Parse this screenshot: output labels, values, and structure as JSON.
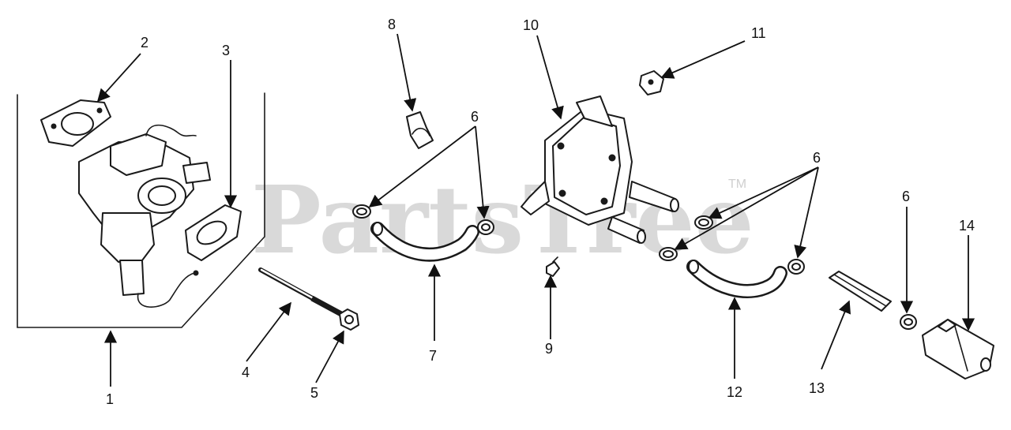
{
  "watermark": {
    "text": "PartsTree",
    "trademark": "TM"
  },
  "callouts": {
    "c1": "1",
    "c2": "2",
    "c3": "3",
    "c4": "4",
    "c5": "5",
    "c6a": "6",
    "c6b": "6",
    "c6c": "6",
    "c7": "7",
    "c8": "8",
    "c9": "9",
    "c10": "10",
    "c11": "11",
    "c12": "12",
    "c13": "13",
    "c14": "14"
  },
  "colors": {
    "ink": "#111111",
    "watermark": "#d9d9d9"
  }
}
